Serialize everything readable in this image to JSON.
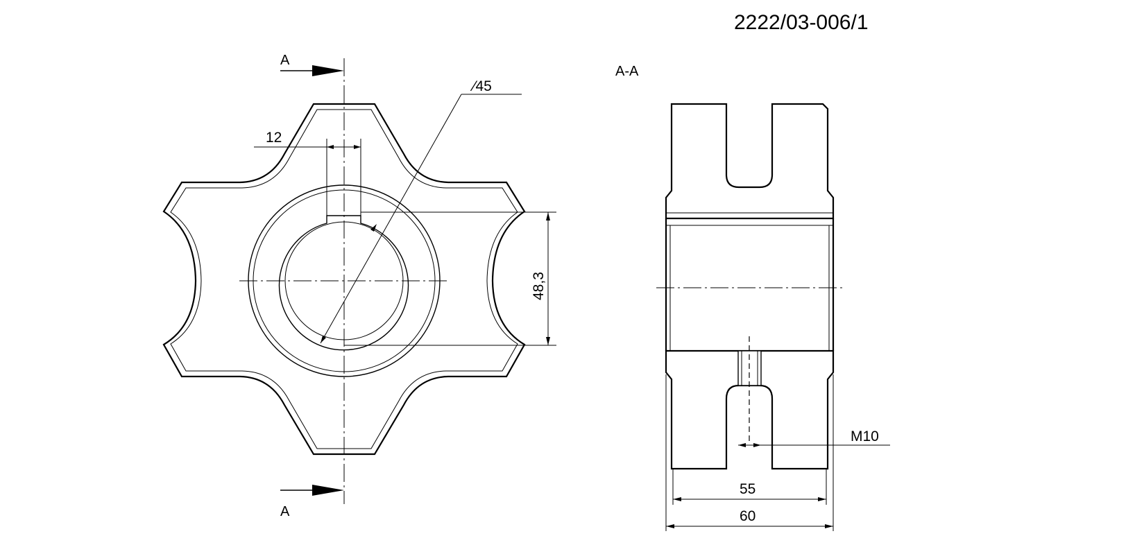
{
  "drawing_number": "2222/03-006/1",
  "section_label": "A-A",
  "section_marker_top": "A",
  "section_marker_bottom": "A",
  "dimensions": {
    "key_width": "12",
    "bore_diameter": "∕45",
    "key_depth": "48,3",
    "thread": "M10",
    "inner_width": "55",
    "overall_width": "60"
  },
  "colors": {
    "line": "#000000",
    "background": "#ffffff"
  }
}
